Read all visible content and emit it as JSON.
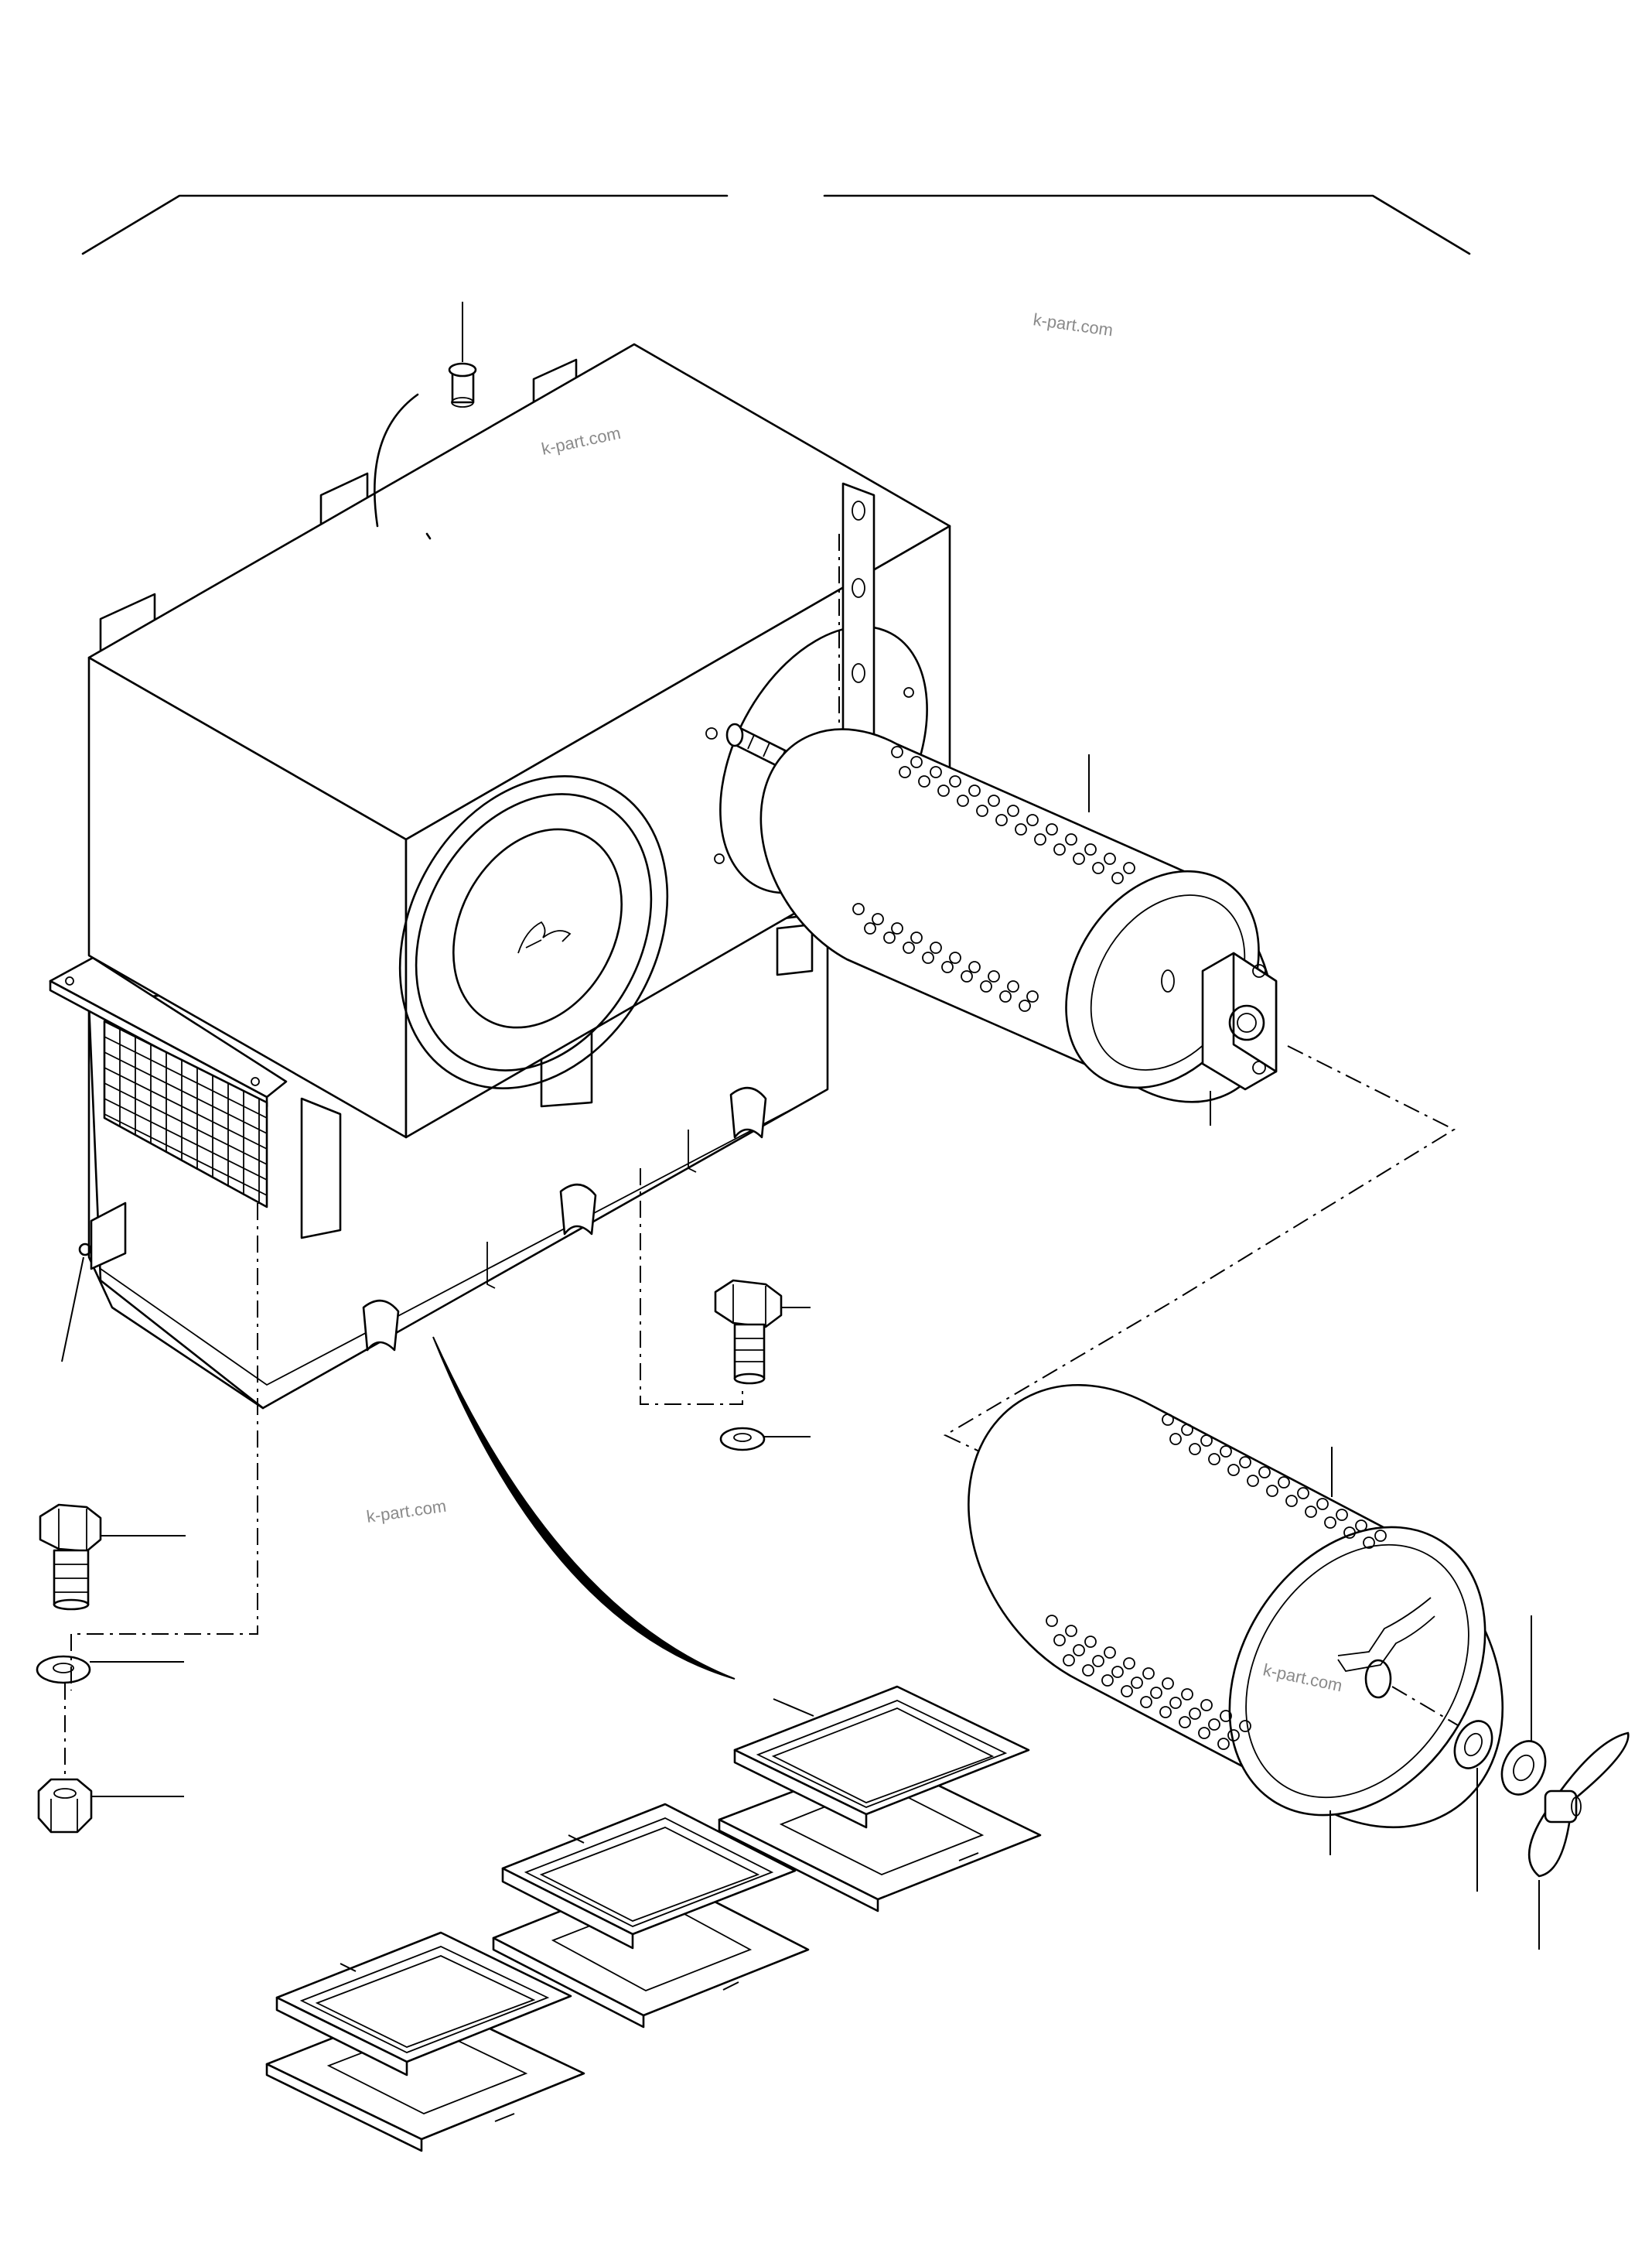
{
  "diagram": {
    "type": "exploded-parts-diagram",
    "line_color": "#000000",
    "background": "#ffffff",
    "watermark_color": "#8a8a8a"
  },
  "watermarks": [
    "k-part.com",
    "k-part.com",
    "k-part.com",
    "k-part.com"
  ],
  "parts": [
    {
      "name": "housing-assembly"
    },
    {
      "name": "fitting"
    },
    {
      "name": "mounting-strip"
    },
    {
      "name": "perforated-cylinder-small"
    },
    {
      "name": "end-plate-bracket"
    },
    {
      "name": "hex-bolt"
    },
    {
      "name": "flat-washer"
    },
    {
      "name": "hex-nut"
    },
    {
      "name": "perforated-cylinder-large"
    },
    {
      "name": "washer"
    },
    {
      "name": "spacer"
    },
    {
      "name": "wing-nut"
    },
    {
      "name": "filter-frame"
    },
    {
      "name": "filter-pad"
    }
  ]
}
